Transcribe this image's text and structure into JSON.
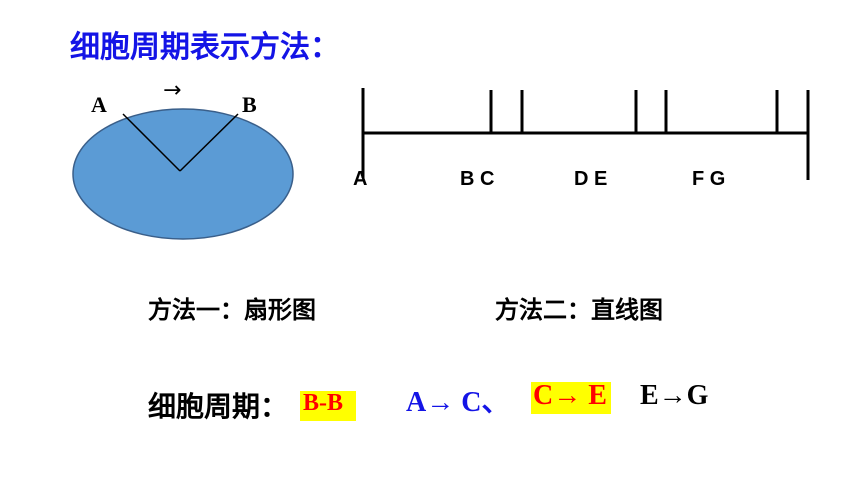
{
  "title": "细胞周期表示方法：",
  "sector": {
    "label_a": "A",
    "label_b": "B",
    "arrow": "→",
    "fill_color": "#5b9bd5"
  },
  "line": {
    "labels": [
      "A",
      "B C",
      "D  E",
      "F  G"
    ]
  },
  "methods": {
    "one": "方法一：扇形图",
    "two": "方法二：直线图"
  },
  "cycle": {
    "label": "细胞周期：",
    "answer": "B-B",
    "segments": [
      {
        "text": "A→ C、",
        "color": "#1414e6",
        "highlight": false
      },
      {
        "text": "C→ E",
        "color": "#ff0000",
        "highlight": true
      },
      {
        "text": "E→G",
        "color": "#000000",
        "highlight": false
      }
    ]
  },
  "colors": {
    "title": "#1414e6",
    "highlight": "#ffff00",
    "red": "#ff0000",
    "blue": "#1414e6"
  }
}
